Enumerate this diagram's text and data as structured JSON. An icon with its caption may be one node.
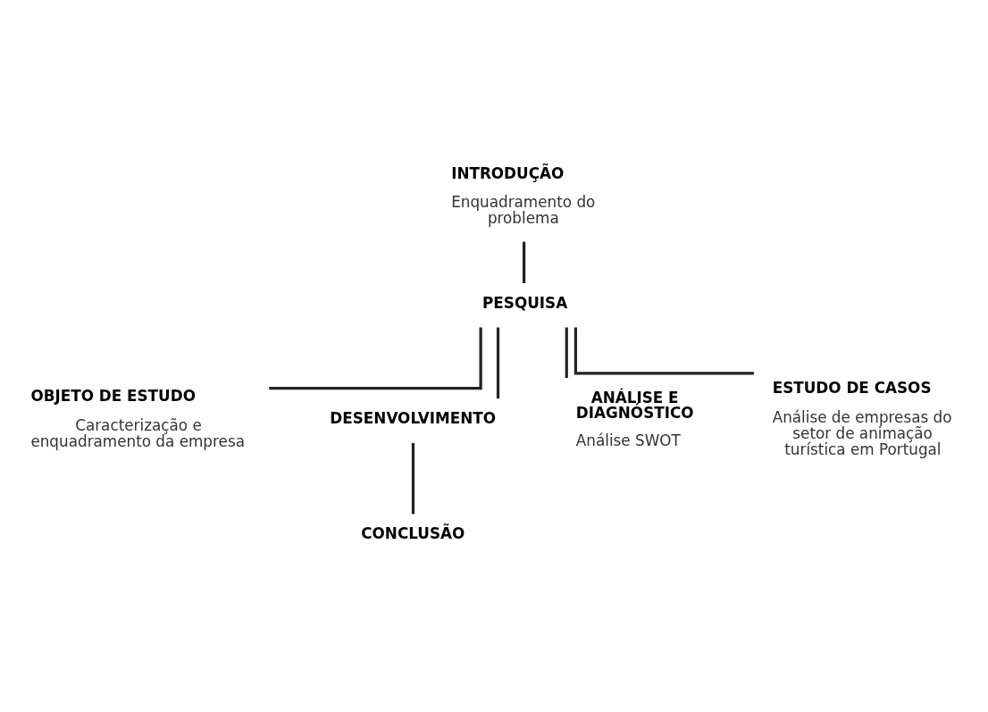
{
  "diagram": {
    "nodes": [
      {
        "text": [
          "INTRODUÇÃO",
          "Enquadramento do problema"
        ]
      },
      {
        "text": [
          "PESQUISA"
        ]
      },
      {
        "text": [
          "OBJETO DE ESTUDO",
          "Caracterização e enquadramento da empresa"
        ]
      },
      {
        "text": [
          "DESENVOLVIMENTO"
        ]
      },
      {
        "text": [
          "ANÁLISE E DIAGNÓSTICO",
          "Análise SWOT"
        ]
      },
      {
        "text": [
          "ESTUDO DE CASOS",
          "Análise de empresas do setor de animação turística em Portugal"
        ]
      },
      {
        "text": [
          "CONCLUSÃO"
        ]
      }
    ],
    "edges": [
      {
        "from": 0,
        "to": 1,
        "arrow": "none"
      },
      {
        "from": 1,
        "to": 2,
        "arrow": "none"
      },
      {
        "from": 1,
        "to": 3,
        "arrow": "none"
      },
      {
        "from": 1,
        "to": 4,
        "arrow": "none"
      },
      {
        "from": 1,
        "to": 5,
        "arrow": "none"
      },
      {
        "from": 3,
        "to": 6,
        "arrow": "none"
      }
    ]
  }
}
